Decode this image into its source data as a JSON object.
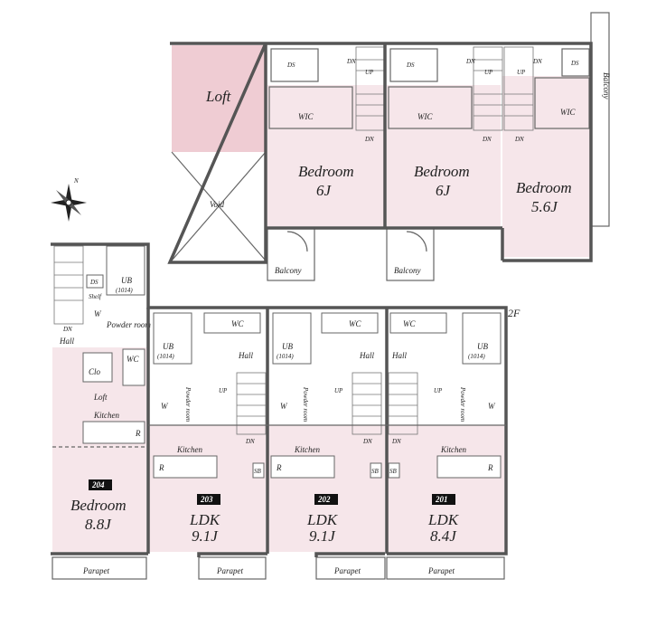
{
  "upper_floor": {
    "loft": "Loft",
    "void": "Void",
    "balcony_right": "Balcony",
    "balcony_a": "Balcony",
    "balcony_b": "Balcony",
    "units": [
      {
        "bedroom": "Bedroom",
        "size": "6J",
        "wic": "WIC",
        "ds": "DS"
      },
      {
        "bedroom": "Bedroom",
        "size": "6J",
        "wic": "WIC",
        "ds": "DS"
      },
      {
        "bedroom": "Bedroom",
        "size": "5.6J",
        "wic": "WIC",
        "ds": "DS"
      }
    ],
    "stair_dn": "DN",
    "stair_up": "UP"
  },
  "floor_label": "2F",
  "unit_204": {
    "number": "204",
    "bedroom": "Bedroom",
    "size": "8.8J",
    "loft": "Loft",
    "kitchen": "Kitchen",
    "ub": "UB",
    "ub_size": "(1014)",
    "powder": "Powder room",
    "hall": "Hall",
    "dn": "DN",
    "clo": "Clo",
    "wc": "WC",
    "ds": "DS",
    "shelf": "Shelf",
    "w": "W",
    "r": "R",
    "parapet": "Parapet"
  },
  "ldk_units": [
    {
      "number": "203",
      "ldk": "LDK",
      "size": "9.1J",
      "kitchen": "Kitchen",
      "ub": "UB",
      "ub_size": "(1014)",
      "wc": "WC",
      "hall": "Hall",
      "powder": "Powder room",
      "parapet": "Parapet",
      "sb": "SB"
    },
    {
      "number": "202",
      "ldk": "LDK",
      "size": "9.1J",
      "kitchen": "Kitchen",
      "ub": "UB",
      "ub_size": "(1014)",
      "wc": "WC",
      "hall": "Hall",
      "powder": "Powder room",
      "parapet": "Parapet",
      "sb": "SB"
    },
    {
      "number": "201",
      "ldk": "LDK",
      "size": "8.4J",
      "kitchen": "Kitchen",
      "ub": "UB",
      "ub_size": "(1014)",
      "wc": "WC",
      "hall": "Hall",
      "powder": "Powder room",
      "parapet": "Parapet",
      "sb": "SB"
    }
  ],
  "common": {
    "up": "UP",
    "dn": "DN",
    "w": "W",
    "r": "R",
    "shelf": "Shelf"
  },
  "compass": {
    "north": "N"
  }
}
